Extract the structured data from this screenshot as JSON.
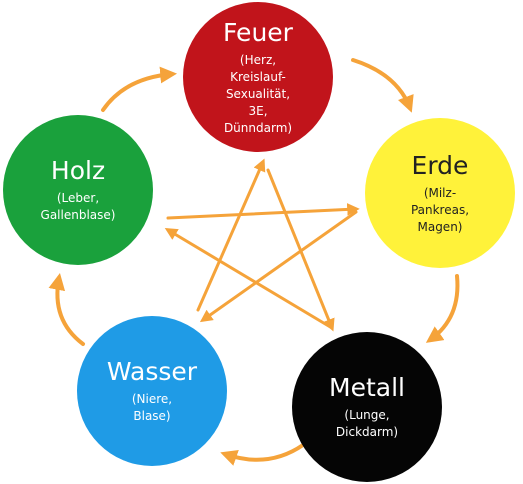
{
  "arrow_color": "#f5a33a",
  "elements": [
    {
      "id": "feuer",
      "name": "Feuer",
      "organs": "(Herz,\nKreislauf-\nSexualität,\n3E,\nDünndarm)",
      "color": "#c1141b",
      "text_color": "#ffffff"
    },
    {
      "id": "erde",
      "name": "Erde",
      "organs": "(Milz-\nPankreas,\nMagen)",
      "color": "#fff23a",
      "text_color": "#222222"
    },
    {
      "id": "metall",
      "name": "Metall",
      "organs": "(Lunge,\nDickdarm)",
      "color": "#050505",
      "text_color": "#ffffff"
    },
    {
      "id": "wasser",
      "name": "Wasser",
      "organs": "(Niere,\nBlase)",
      "color": "#1f9be6",
      "text_color": "#ffffff"
    },
    {
      "id": "holz",
      "name": "Holz",
      "organs": "(Leber,\nGallenblase)",
      "color": "#1aa13c",
      "text_color": "#ffffff"
    }
  ]
}
